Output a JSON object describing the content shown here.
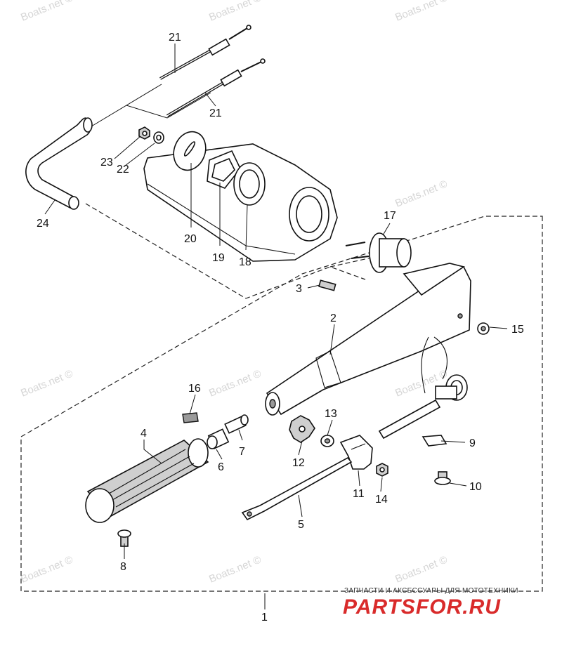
{
  "watermark": "Boats.net ©",
  "callouts": {
    "c1": "1",
    "c2": "2",
    "c3": "3",
    "c4": "4",
    "c5": "5",
    "c6": "6",
    "c7": "7",
    "c8": "8",
    "c9": "9",
    "c10": "10",
    "c11": "11",
    "c12": "12",
    "c13": "13",
    "c14": "14",
    "c15": "15",
    "c16": "16",
    "c17": "17",
    "c18": "18",
    "c19": "19",
    "c20": "20",
    "c21a": "21",
    "c21b": "21",
    "c22": "22",
    "c23": "23",
    "c24": "24"
  },
  "branding": {
    "tagline": "ЗАПЧАСТИ И АКСЕССУАРЫ ДЛЯ МОТОТЕХНИКИ",
    "name": "PARTSFOR.RU",
    "color": "#d92b2b"
  }
}
